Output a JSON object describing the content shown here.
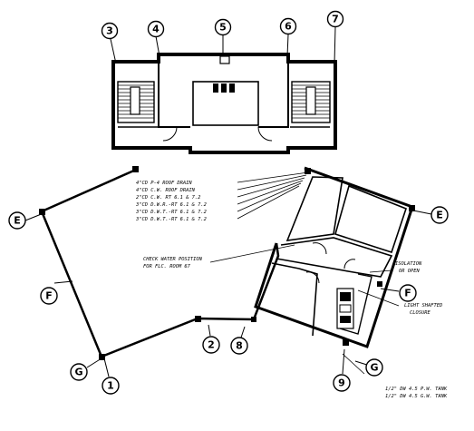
{
  "grid_bubbles": {
    "top": [
      "3",
      "4",
      "5",
      "6",
      "7"
    ],
    "left_e": "E",
    "left_f": "F",
    "left_g": "G",
    "bottom_1": "1",
    "bottom_2": "2",
    "bottom_8": "8",
    "right_e": "E",
    "right_f": "F",
    "right_g": "G",
    "right_9": "9"
  },
  "notes": {
    "riser_list": [
      "4\"CD P-4 ROOF DRAIN",
      "4\"CD C.W. ROOF DRAIN",
      "2\"CD C.W. RT 6.1 & 7.2",
      "3\"CD D.W.R.-RT 6.1 & 7.2",
      "3\"CD D.W.T.-RT 6.1 & 7.2",
      "3\"CD D.W.T.-RT 6.1 & 7.2"
    ],
    "water_meter": [
      "CHECK WATER POSITION",
      "FOR FLC. ROOM 67"
    ],
    "isolation": [
      "ISOLATION",
      "OR OPEN"
    ],
    "shaft": [
      "LIGHT SHAFTED",
      "CLOSURE"
    ],
    "bottom_right": [
      "1/2\" DW 4.5 P.W. TANK",
      "1/2\" DW 4.5 G.W. TANK"
    ]
  }
}
